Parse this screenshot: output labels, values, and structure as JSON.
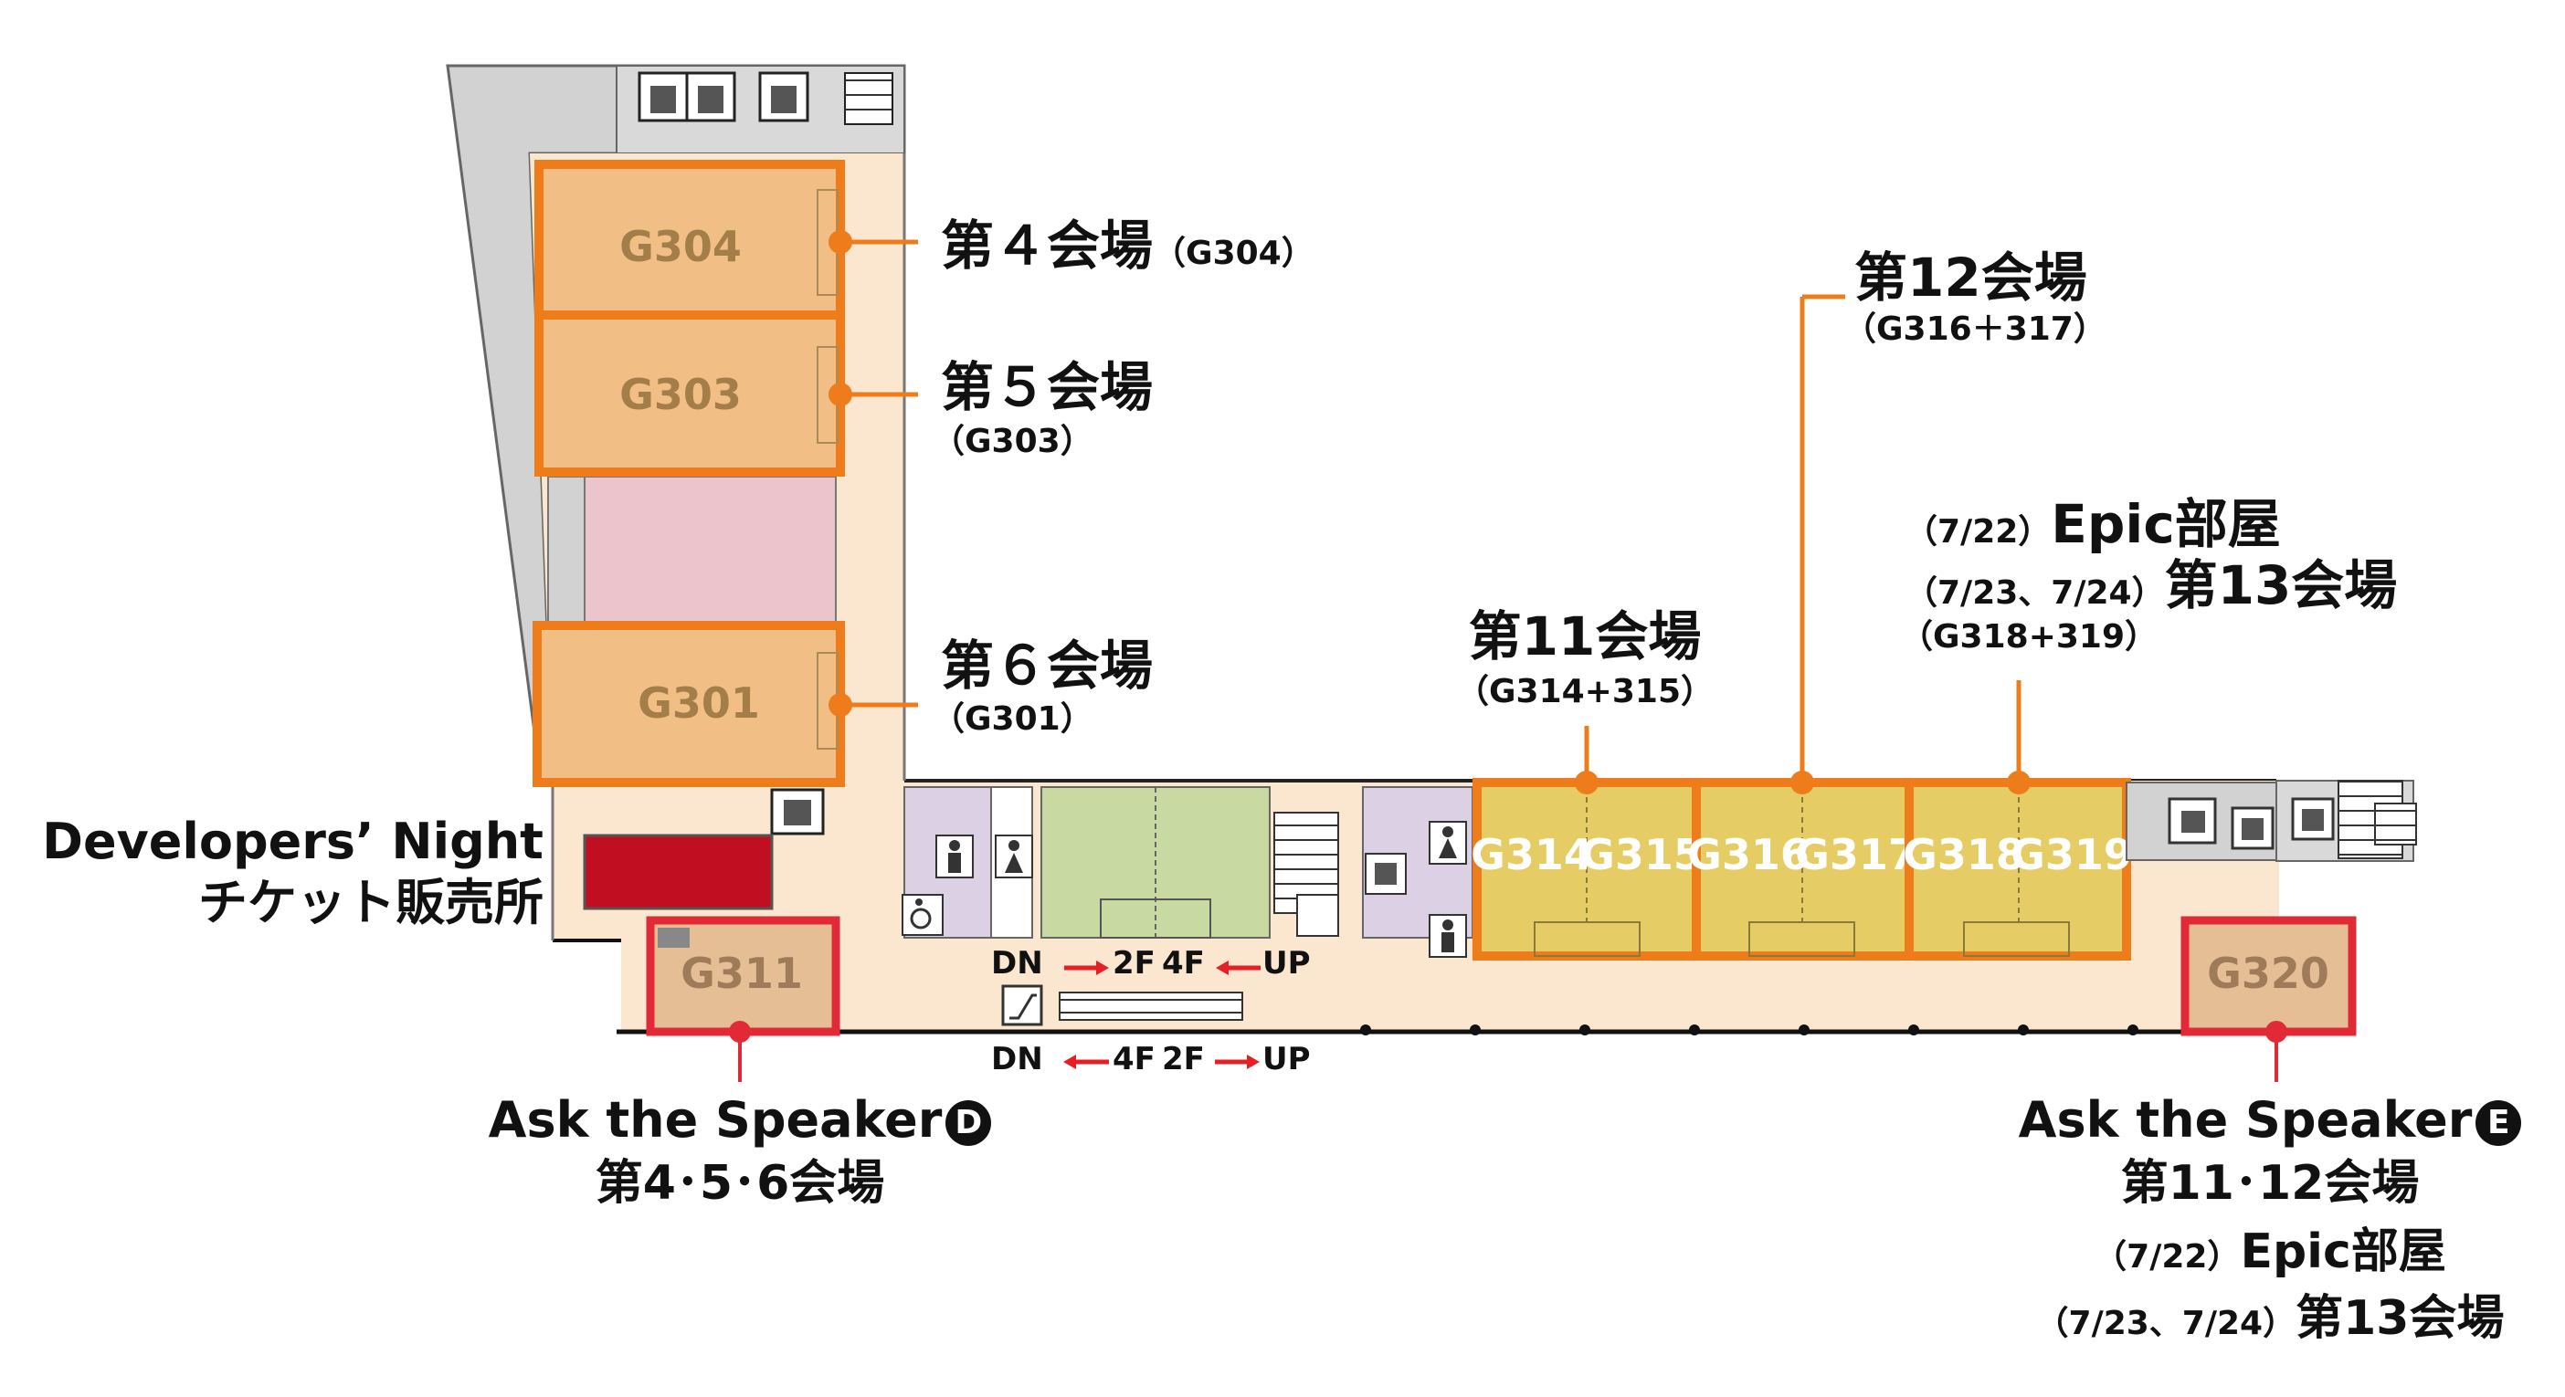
{
  "rooms": [
    {
      "id": "g304",
      "label": "G304"
    },
    {
      "id": "g303",
      "label": "G303"
    },
    {
      "id": "g301",
      "label": "G301"
    },
    {
      "id": "g311",
      "label": "G311"
    },
    {
      "id": "g314",
      "label": "G314"
    },
    {
      "id": "g315",
      "label": "G315"
    },
    {
      "id": "g316",
      "label": "G316"
    },
    {
      "id": "g317",
      "label": "G317"
    },
    {
      "id": "g318",
      "label": "G318"
    },
    {
      "id": "g319",
      "label": "G319"
    },
    {
      "id": "g320",
      "label": "G320"
    }
  ],
  "venues": {
    "v4": {
      "name": "第４会場",
      "room": "（G304）"
    },
    "v5": {
      "name": "第５会場",
      "room": "（G303）"
    },
    "v6": {
      "name": "第６会場",
      "room": "（G301）"
    },
    "v11": {
      "name": "第11会場",
      "room": "（G314+315）"
    },
    "v12": {
      "name": "第12会場",
      "room": "（G316＋317）"
    },
    "v13": {
      "date1": "（7/22）",
      "name1": "Epic部屋",
      "date2": "（7/23、7/24）",
      "name2": "第13会場",
      "room": "（G318+319）"
    }
  },
  "developers_night": {
    "line1": "Developers’ Night",
    "line2": "チケット販売所"
  },
  "escalator": {
    "top": {
      "dn": "DN",
      "dn_to": "2F",
      "up_from": "4F",
      "up": "UP"
    },
    "bottom": {
      "dn": "DN",
      "dn_to": "4F",
      "up_from": "2F",
      "up": "UP"
    }
  },
  "ask_d": {
    "title": "Ask the Speaker",
    "badge": "D",
    "line2": "第4･5･6会場"
  },
  "ask_e": {
    "title": "Ask the Speaker",
    "badge": "E",
    "line2": "第11･12会場",
    "line3_date": "（7/22）",
    "line3_name": "Epic部屋",
    "line4_date": "（7/23、7/24）",
    "line4_name": "第13会場"
  },
  "colors": {
    "floor": "#fbe7cf",
    "wall": "#d2d2d2",
    "venue_fill": "#f1bf85",
    "venue_border": "#ee7c1b",
    "hall_fill": "#e6cc65",
    "pink_room": "#ecc4cc",
    "green_room": "#c8d9a2",
    "restroom": "#dcd0e4",
    "ask_border": "#e12a36",
    "ask_fill": "#e6be95",
    "dark_red": "#c10e21",
    "arrow_red": "#e61f24"
  },
  "icons": [
    "elevator-icon",
    "ticket-machine-icon",
    "restroom-male-icon",
    "restroom-female-icon",
    "wheelchair-icon",
    "escalator-icon",
    "stairs-icon"
  ]
}
